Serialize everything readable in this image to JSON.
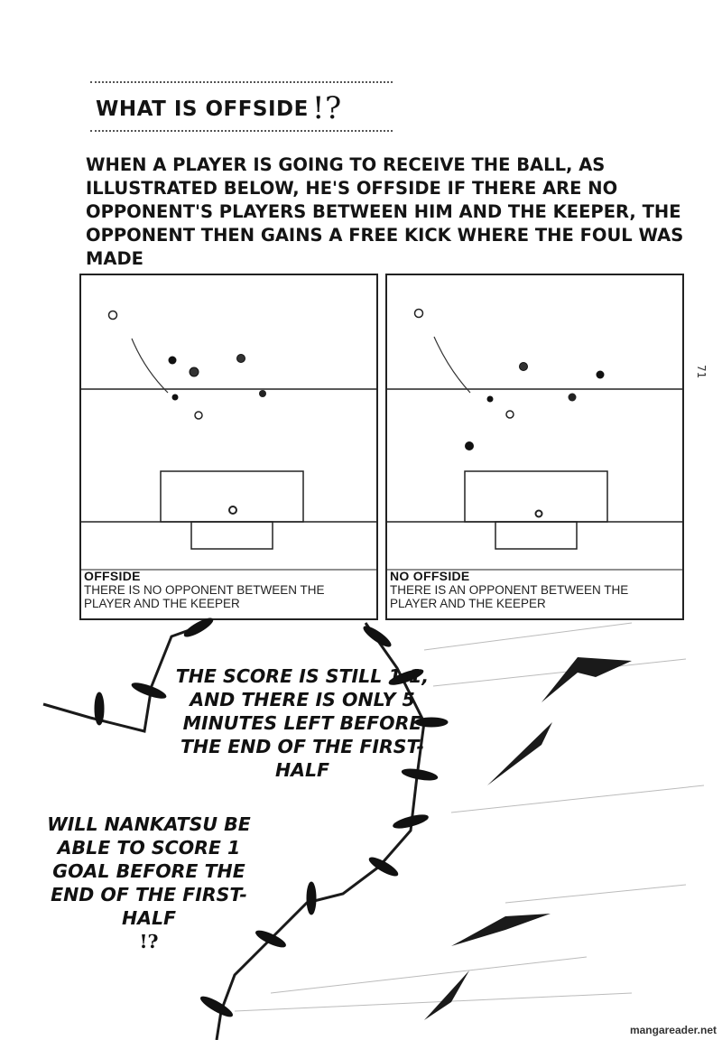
{
  "title": {
    "text": "WHAT IS OFFSIDE",
    "mark": "!?"
  },
  "intro": "WHEN A PLAYER IS GOING TO RECEIVE THE BALL, AS ILLUSTRATED BELOW, HE'S OFFSIDE IF THERE ARE NO OPPONENT'S PLAYERS BETWEEN HIM AND THE KEEPER, THE OPPONENT THEN GAINS A FREE KICK WHERE THE FOUL WAS MADE",
  "diagrams": [
    {
      "heading": "OFFSIDE",
      "caption": "THERE IS NO OPPONENT BETWEEN THE PLAYER AND THE KEEPER"
    },
    {
      "heading": "NO OFFSIDE",
      "caption": "THERE IS AN OPPONENT BETWEEN THE PLAYER AND THE KEEPER"
    }
  ],
  "bubble1": "THE SCORE IS STILL 1-1, AND THERE IS ONLY 5 MINUTES LEFT BEFORE THE END OF THE FIRST-HALF",
  "bubble2": {
    "text": "WILL NANKATSU BE ABLE TO SCORE 1 GOAL BEFORE THE END OF THE FIRST-HALF",
    "mark": "!?"
  },
  "page_number": "71",
  "watermark": "mangareader.net"
}
